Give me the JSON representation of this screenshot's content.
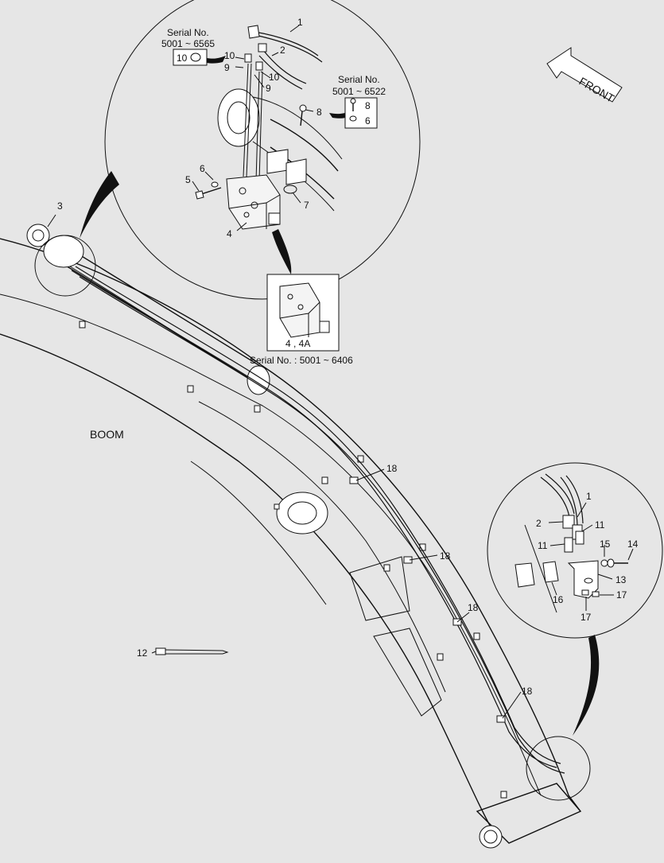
{
  "labels": {
    "front": "FRONT",
    "boom": "BOOM",
    "serial_top_left_title": "Serial No.",
    "serial_top_left_range": "5001 ~ 6565",
    "serial_top_right_title": "Serial No.",
    "serial_top_right_range": "5001 ~ 6522",
    "serial_valve": "Serial No. : 5001 ~ 6406",
    "valve_part": "4 , 4A"
  },
  "callouts": {
    "c1": "1",
    "c2": "2",
    "c3": "3",
    "c4": "4",
    "c5": "5",
    "c6": "6",
    "c7": "7",
    "c8": "8",
    "c9": "9",
    "c9b": "9",
    "c10": "10",
    "c10b": "10",
    "c10box": "10",
    "c8box": "8",
    "c6box": "6",
    "c12": "12",
    "c18a": "18",
    "c18b": "18",
    "c18c": "18",
    "c18d": "18",
    "d1": "1",
    "d2": "2",
    "d11a": "11",
    "d11b": "11",
    "d13": "13",
    "d14": "14",
    "d15": "15",
    "d16": "16",
    "d17a": "17",
    "d17b": "17"
  }
}
